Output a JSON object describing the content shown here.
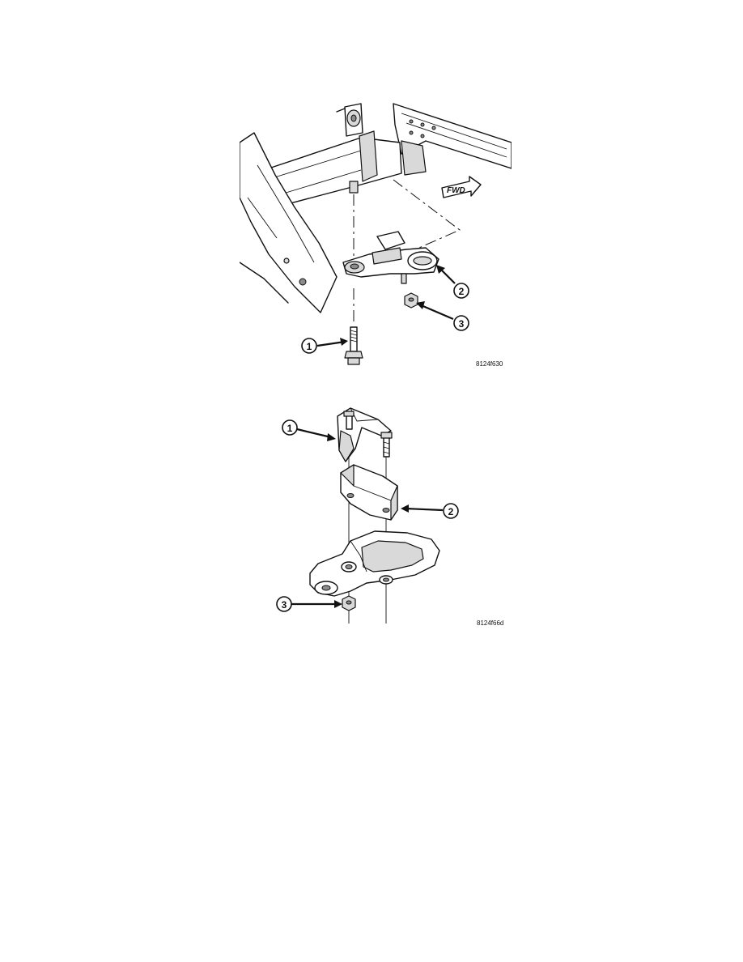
{
  "figure_1": {
    "figure_id": "8124f630",
    "direction_label": "FWD",
    "callouts": [
      "1",
      "2",
      "3"
    ]
  },
  "figure_2": {
    "figure_id": "8124f66d",
    "callouts": [
      "1",
      "2",
      "3"
    ]
  }
}
